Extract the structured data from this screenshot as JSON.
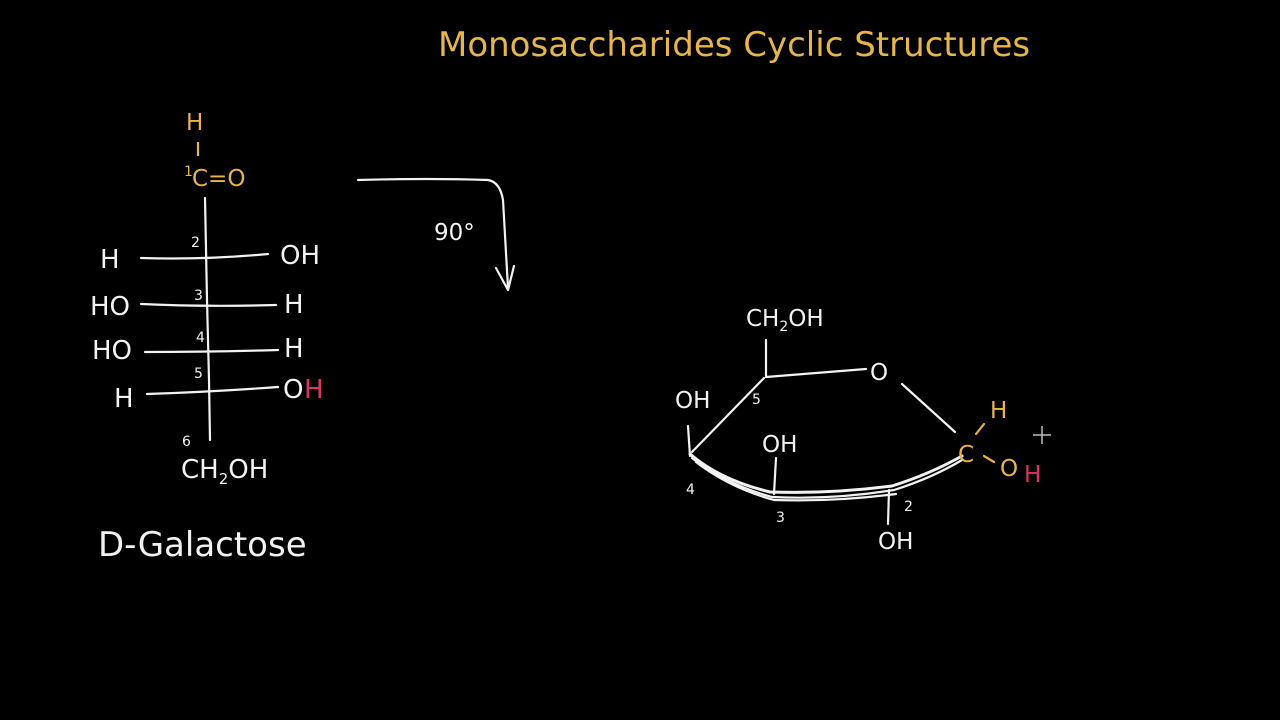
{
  "title": "Monosaccharides Cyclic Structures",
  "colors": {
    "background": "#000000",
    "chalk": "#f2f2f2",
    "highlight_yellow": "#e8b44c",
    "highlight_pink": "#d6336c"
  },
  "fischer": {
    "top_h": "H",
    "c1_number": "1",
    "c1_group": "C=O",
    "rows": [
      {
        "number": "2",
        "left": "H",
        "right": "OH"
      },
      {
        "number": "3",
        "left": "HO",
        "right": "H"
      },
      {
        "number": "4",
        "left": "HO",
        "right": "H"
      },
      {
        "number": "5",
        "left": "H",
        "right_o": "O",
        "right_h": "H"
      }
    ],
    "c6_number": "6",
    "bottom_group": {
      "pre": "CH",
      "sub": "2",
      "post": "OH"
    },
    "name": "D-Galactose"
  },
  "rotation": {
    "label": "90°"
  },
  "ring": {
    "ch2oh": {
      "pre": "CH",
      "sub": "2",
      "post": "OH"
    },
    "ring_o": "O",
    "c5_number": "5",
    "c4_number": "4",
    "c3_number": "3",
    "c2_number": "2",
    "c4_oh": "OH",
    "c3_oh": "OH",
    "c2_oh": "OH",
    "c1_label": "C",
    "c1_h": "H",
    "c1_o": "O",
    "c1_oh_h": "H"
  }
}
